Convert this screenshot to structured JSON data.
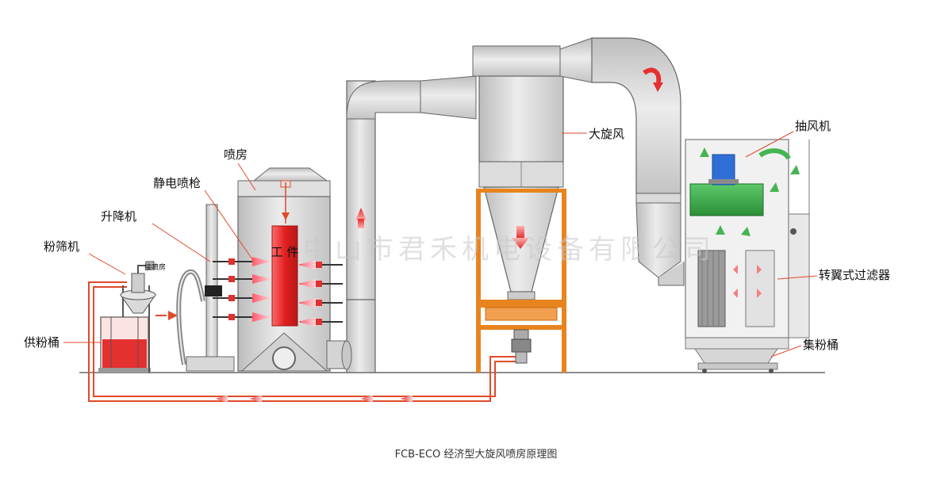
{
  "labels": {
    "spray_booth": "喷房",
    "electrostatic_gun": "静电喷枪",
    "lifter": "升降机",
    "powder_sieve": "粉筛机",
    "booth_connect": "接喷房",
    "powder_supply_bucket": "供粉桶",
    "workpiece": "工 件",
    "big_cyclone": "大旋风",
    "exhaust_fan": "抽风机",
    "rotary_filter": "转翼式过滤器",
    "powder_collect_bucket": "集粉桶"
  },
  "watermark": "中山市君禾机电设备有限公司",
  "caption": "FCB-ECO 经济型大旋风喷房原理图",
  "colors": {
    "duct": "#d6d6d6",
    "duct_stroke": "#6e6e6e",
    "flow_line": "#e04a2a",
    "stand": "#e8841f",
    "powder": "#e53030",
    "fan_green": "#3aa845",
    "motor_blue": "#2f6fd6"
  }
}
